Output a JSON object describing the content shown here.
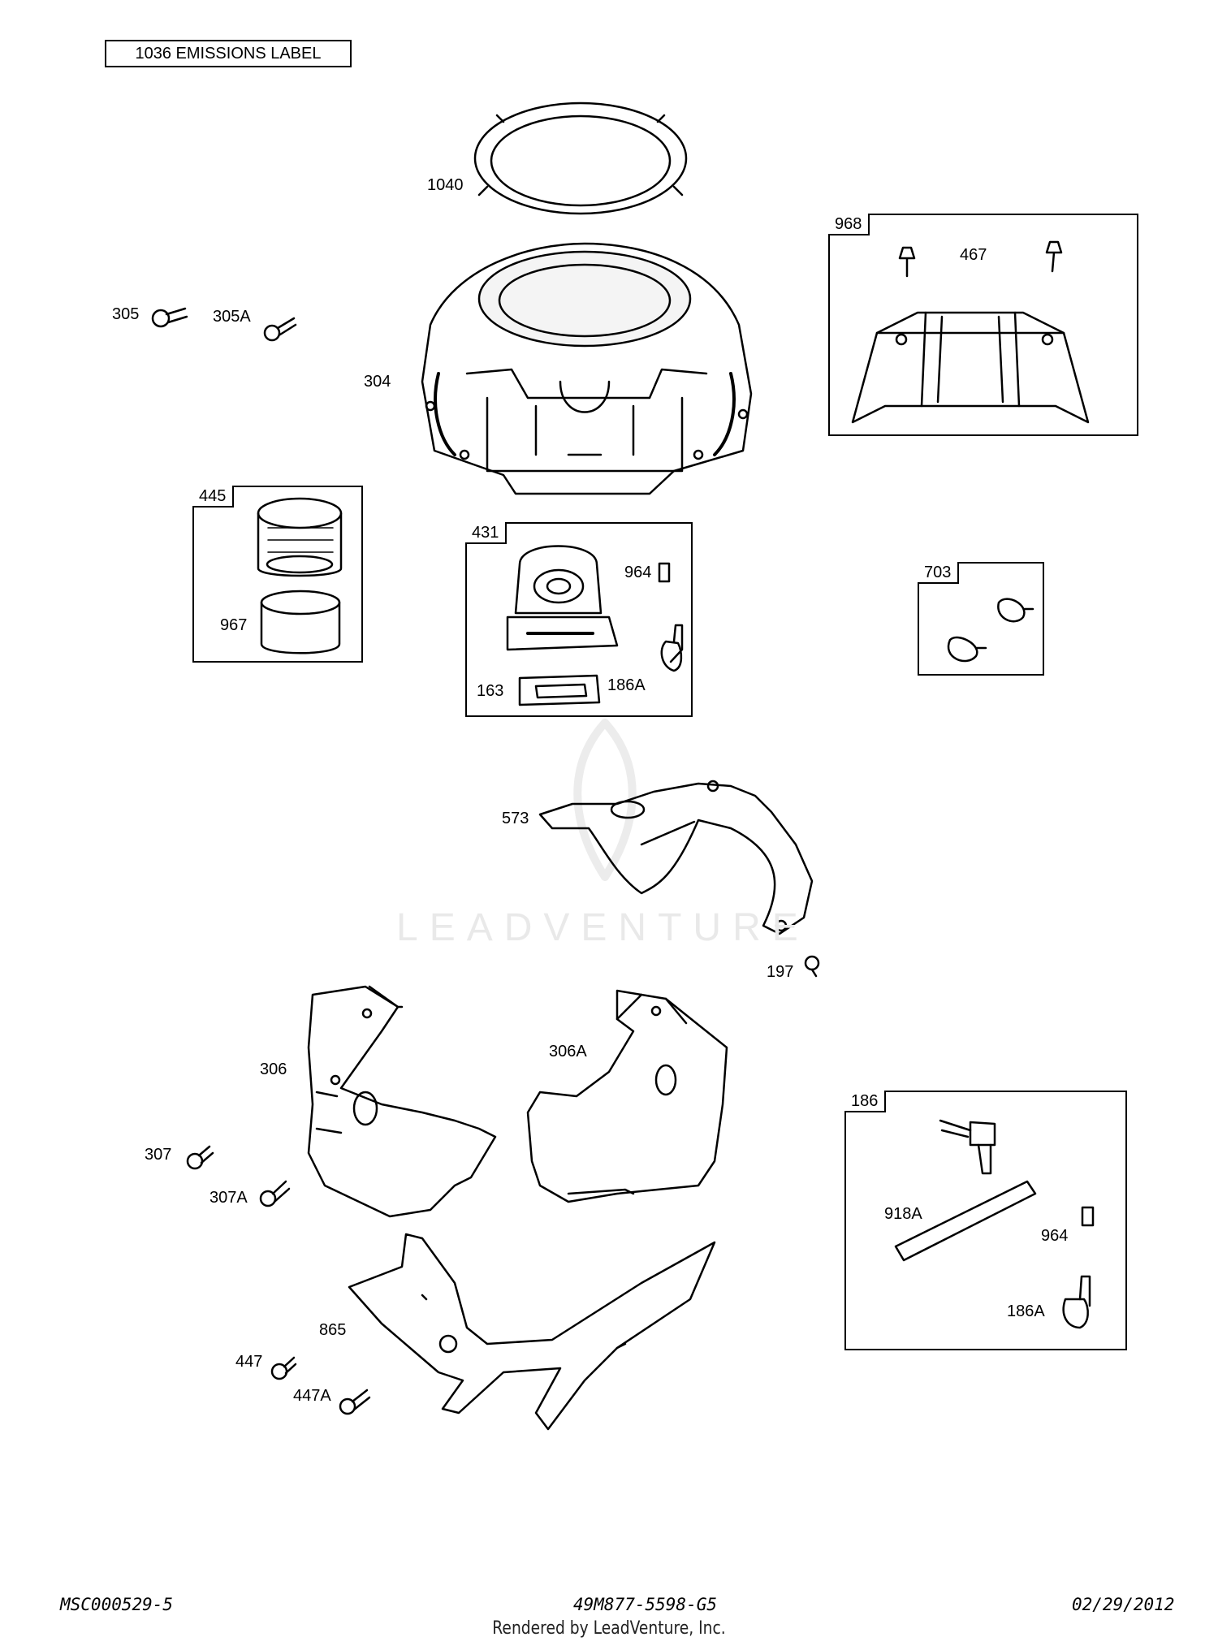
{
  "emissions_label": "1036 EMISSIONS LABEL",
  "watermark": "LEADVENTURE",
  "parts": {
    "p1040": "1040",
    "p305": "305",
    "p305a": "305A",
    "p304": "304",
    "p573": "573",
    "p197": "197",
    "p306": "306",
    "p306a": "306A",
    "p307": "307",
    "p307a": "307A",
    "p865": "865",
    "p447": "447",
    "p447a": "447A"
  },
  "boxes": {
    "b968": {
      "tag": "968",
      "labels": [
        "467"
      ]
    },
    "b445": {
      "tag": "445",
      "labels": [
        "967"
      ]
    },
    "b431": {
      "tag": "431",
      "labels": [
        "964",
        "163",
        "186A"
      ]
    },
    "b703": {
      "tag": "703",
      "labels": []
    },
    "b186": {
      "tag": "186",
      "labels": [
        "918A",
        "964",
        "186A"
      ]
    }
  },
  "footer": {
    "left": "MSC000529-5",
    "center": "49M877-5598-G5",
    "right": "02/29/2012",
    "rendered_by": "Rendered by LeadVenture, Inc."
  }
}
